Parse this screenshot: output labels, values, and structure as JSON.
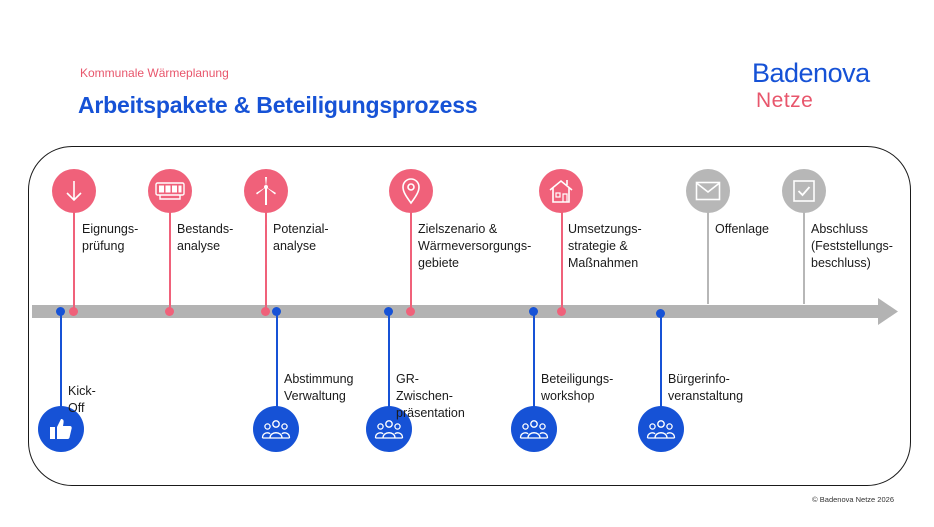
{
  "header": {
    "subtitle": "Kommunale Wärmeplanung",
    "title": "Arbeitspakete & Beteiligungsprozess"
  },
  "logo": {
    "name": "Badenova",
    "sub": "Netze"
  },
  "colors": {
    "red": "#f0617a",
    "blue": "#1652d6",
    "grey": "#b7b7b7",
    "arrow": "#b3b3b3"
  },
  "top_steps": [
    {
      "label": "Eignungs-\nprüfung",
      "icon": "arrow-down-icon",
      "color": "red"
    },
    {
      "label": "Bestands-\nanalyse",
      "icon": "meter-icon",
      "color": "red"
    },
    {
      "label": "Potenzial-\nanalyse",
      "icon": "wind-turbine-icon",
      "color": "red"
    },
    {
      "label": "Zielszenario &\nWärmeversorgungs-\ngebiete",
      "icon": "location-pin-icon",
      "color": "red"
    },
    {
      "label": "Umsetzungs-\nstrategie &\nMaßnahmen",
      "icon": "house-heat-icon",
      "color": "red"
    },
    {
      "label": "Offenlage",
      "icon": "envelope-icon",
      "color": "grey"
    },
    {
      "label": "Abschluss\n(Feststellungs-\nbeschluss)",
      "icon": "checkbox-icon",
      "color": "grey"
    }
  ],
  "bottom_steps": [
    {
      "label": "Kick-Off",
      "icon": "thumbs-up-icon"
    },
    {
      "label": "Abstimmung\nVerwaltung",
      "icon": "group-icon"
    },
    {
      "label": "GR-Zwischen-\npräsentation",
      "icon": "group-icon"
    },
    {
      "label": "Beteiligungs-\nworkshop",
      "icon": "group-icon"
    },
    {
      "label": "Bürgerinfo-\nveranstaltung",
      "icon": "group-icon"
    }
  ],
  "footer": "© Badenova Netze 2026"
}
